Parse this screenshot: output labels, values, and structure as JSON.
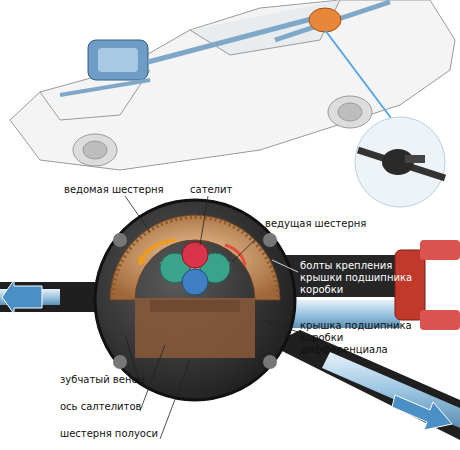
{
  "diagram": {
    "labels": [
      "ведомая шестерня",
      "сателит",
      "ведущая шестерня",
      "болты крепления крышки подшипника коробки",
      "крышка подшипника коробки дифференциала",
      "зубчатый венец",
      "ось салтелитов",
      "шестерня полуоси"
    ]
  }
}
